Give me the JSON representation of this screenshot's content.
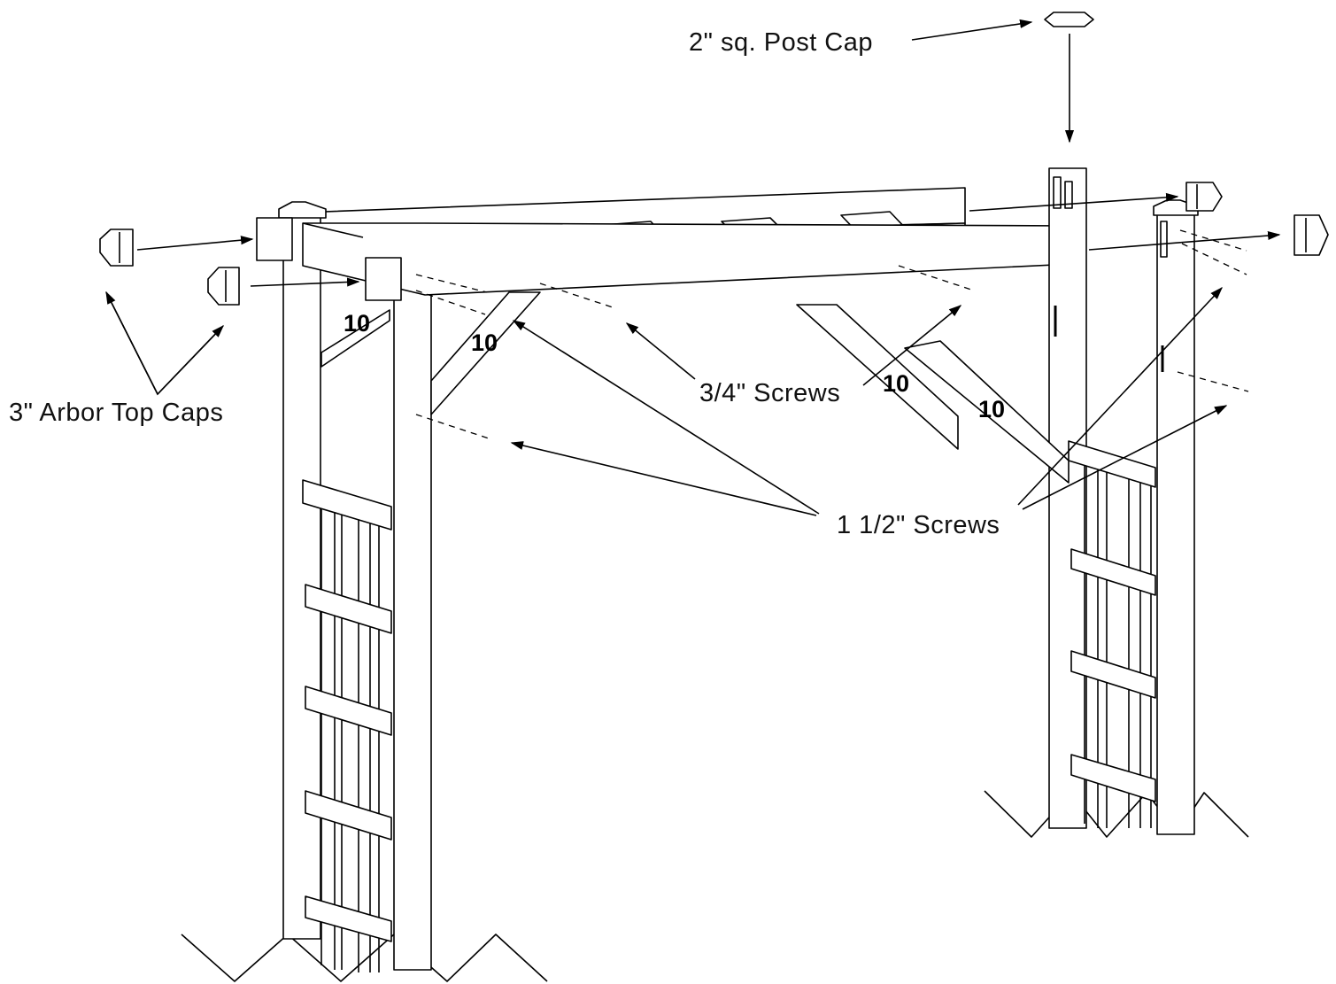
{
  "labels": {
    "post_cap": "2\" sq. Post Cap",
    "arbor_top_caps": "3\" Arbor Top Caps",
    "screws_3_4": "3/4\" Screws",
    "screws_1_1_2": "1 1/2\" Screws"
  },
  "part_numbers": [
    "10",
    "10",
    "10",
    "10"
  ],
  "colors": {
    "line": "#000000",
    "text": "#111111",
    "background": "#ffffff"
  }
}
